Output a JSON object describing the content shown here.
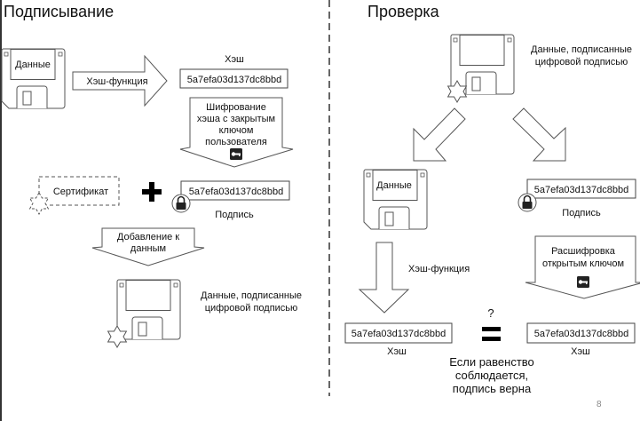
{
  "slide": {
    "page_number": "8",
    "left": {
      "title": "Подписывание",
      "data_disk_label": "Данные",
      "hash_function_arrow": "Хэш-функция",
      "hash_caption": "Хэш",
      "hash_value": "5a7efa03d137dc8bbd",
      "encrypt_arrow_lines": [
        "Шифрование",
        "хэша с закрытым",
        "ключом",
        "пользователя"
      ],
      "certificate_label": "Сертификат",
      "signature_value": "5a7efa03d137dc8bbd",
      "signature_caption": "Подпись",
      "append_arrow_lines": [
        "Добавление к",
        "данным"
      ],
      "signed_data_lines": [
        "Данные, подписанные",
        "цифровой подписью"
      ]
    },
    "right": {
      "title": "Проверка",
      "signed_data_lines": [
        "Данные, подписанные",
        "цифровой подписью"
      ],
      "data_disk_label": "Данные",
      "signature_value": "5a7efa03d137dc8bbd",
      "signature_caption": "Подпись",
      "hash_function_arrow": "Хэш-функция",
      "decrypt_arrow_lines": [
        "Расшифровка",
        "открытым ключом"
      ],
      "question_mark": "?",
      "hash_left_value": "5a7efa03d137dc8bbd",
      "hash_left_caption": "Хэш",
      "hash_right_value": "5a7efa03d137dc8bbd",
      "hash_right_caption": "Хэш",
      "conclusion_lines": [
        "Если равенство",
        "соблюдается,",
        "подпись верна"
      ]
    }
  },
  "icons": {
    "disk": "floppy-disk-icon",
    "key": "key-icon",
    "lock": "lock-icon",
    "seal": "seal-star-icon",
    "plus": "plus-icon",
    "equals": "equals-icon"
  }
}
